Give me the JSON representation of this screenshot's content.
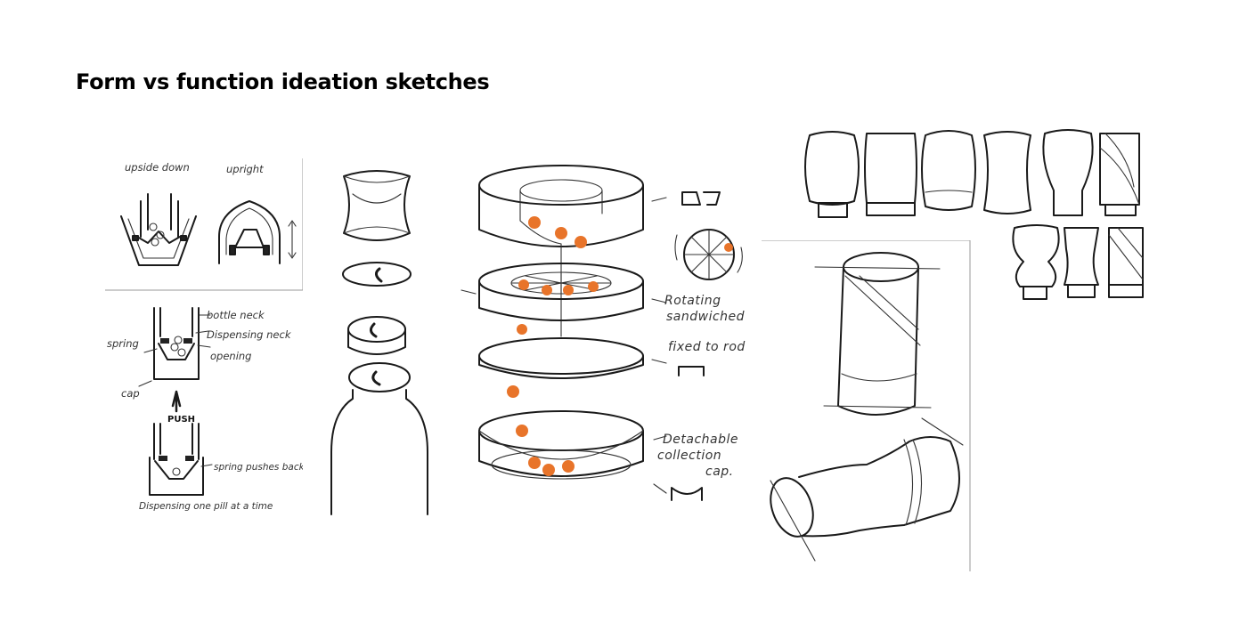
{
  "title": "Form vs function ideation sketches",
  "sheet_mechanism": {
    "label_upside_down": "upside down",
    "label_upright": "upright",
    "label_bottle_neck": "bottle neck",
    "label_dispensing_neck": "Dispensing neck",
    "label_opening": "opening",
    "label_spring": "spring",
    "label_cap": "cap",
    "label_push": "PUSH",
    "label_spring_pushes": "spring pushes back to normal",
    "label_dispensing_one": "Dispensing one pill at a time"
  },
  "sheet_exploded": {
    "label_rotating": "Rotating",
    "label_sandwiched": "sandwiched",
    "label_fixed_to_rod": "fixed to rod",
    "label_detachable": "Detachable",
    "label_collection": "collection",
    "label_cap": "cap."
  },
  "colors": {
    "ink": "#1a1a1a",
    "pill": "#e8742a",
    "paper": "#ffffff"
  }
}
